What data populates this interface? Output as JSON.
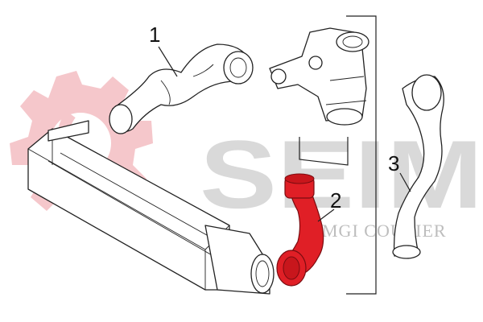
{
  "watermark": {
    "brand_text": "SEIM",
    "sub_text": "MGI COUTIER",
    "gear_color": "#f5c7cb",
    "text_color": "#d9d9d9"
  },
  "callouts": [
    "1",
    "2",
    "3"
  ],
  "colors": {
    "highlight_part": "#e01f26",
    "outline": "#222222"
  }
}
